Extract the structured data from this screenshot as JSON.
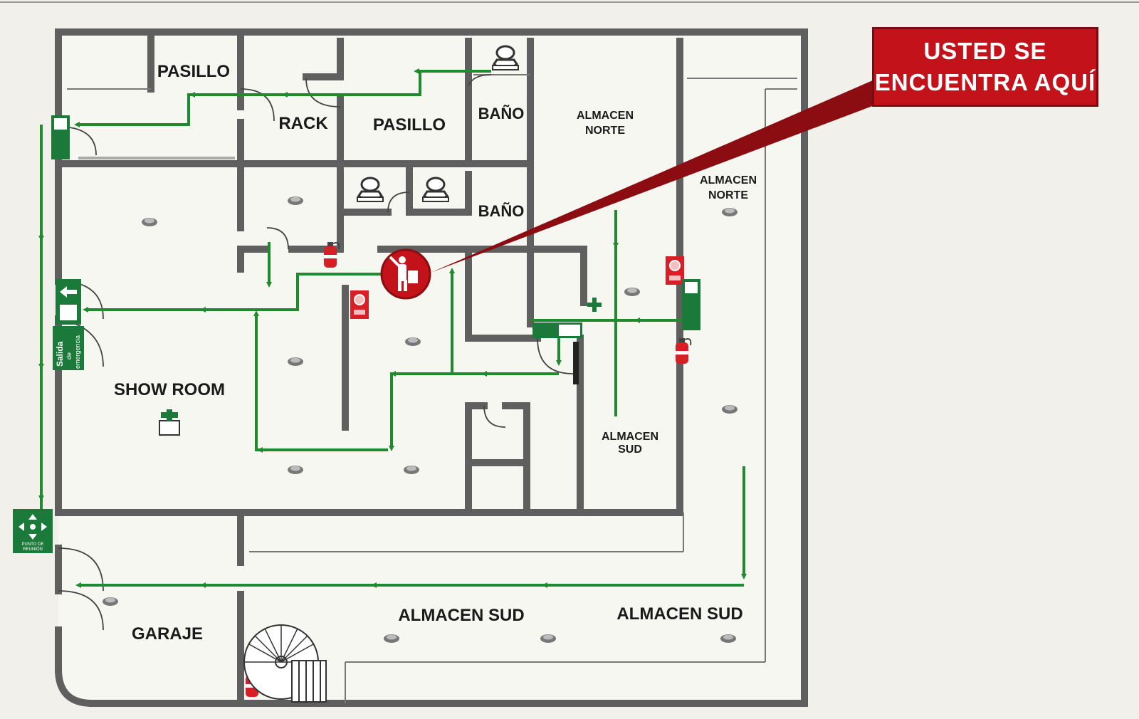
{
  "you_are_here": {
    "line1": "USTED SE",
    "line2": "ENCUENTRA AQUÍ"
  },
  "rooms": {
    "pasillo_1": "PASILLO",
    "pasillo_2": "PASILLO",
    "rack": "RACK",
    "bano_1": "BAÑO",
    "bano_2": "BAÑO",
    "almacen_norte_1_a": "ALMACEN",
    "almacen_norte_1_b": "NORTE",
    "almacen_norte_2_a": "ALMACEN",
    "almacen_norte_2_b": "NORTE",
    "almacen_sud_small_a": "ALMACEN",
    "almacen_sud_small_b": "SUD",
    "show_room": "SHOW ROOM",
    "garaje": "GARAJE",
    "almacen_sud_1": "ALMACEN SUD",
    "almacen_sud_2": "ALMACEN SUD"
  },
  "signs": {
    "salida_emergencia": [
      "Salida",
      "de",
      "emergencia"
    ],
    "punto_reunion": [
      "PUNTO DE",
      "REUNIÓN"
    ]
  },
  "colors": {
    "background": "#f1f0ea",
    "wall": "#5f5f5f",
    "route": "#1f8a2e",
    "sign_green": "#1b7a3a",
    "alert_red": "#c4121a"
  },
  "icons": [
    "person-marker-icon",
    "fire-extinguisher-icon",
    "fire-alarm-icon",
    "smoke-detector-icon",
    "toilet-icon",
    "first-aid-icon",
    "emergency-exit-icon",
    "assembly-point-icon",
    "spiral-staircase-icon"
  ]
}
